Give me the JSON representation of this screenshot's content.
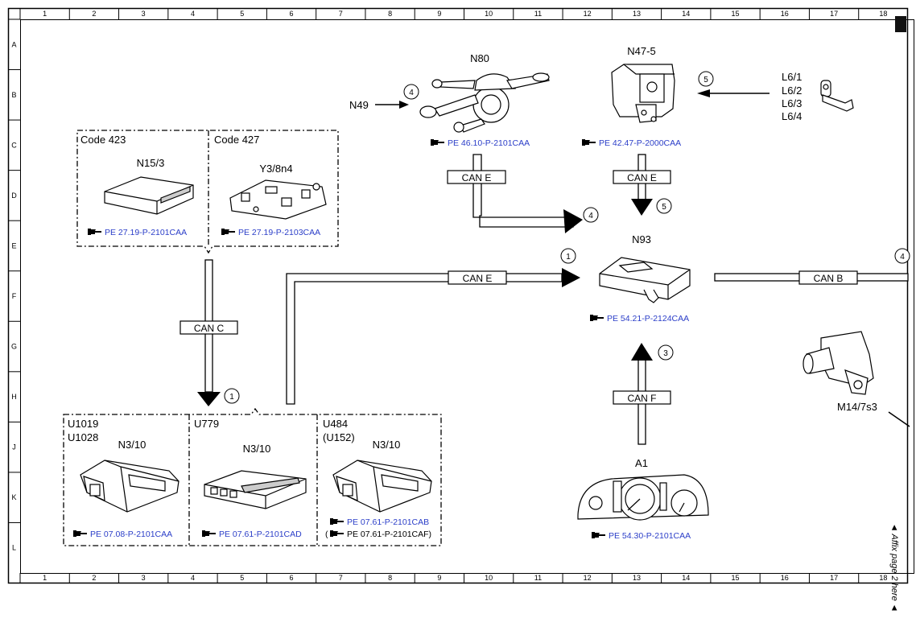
{
  "grid": {
    "cols": [
      "1",
      "2",
      "3",
      "4",
      "5",
      "6",
      "7",
      "8",
      "9",
      "10",
      "11",
      "12",
      "13",
      "14",
      "15",
      "16",
      "17",
      "18"
    ],
    "rows": [
      "A",
      "B",
      "C",
      "D",
      "E",
      "F",
      "G",
      "H",
      "J",
      "K",
      "L"
    ]
  },
  "components": {
    "n80": "N80",
    "n49": "N49",
    "n47_5": "N47-5",
    "l6_1": "L6/1",
    "l6_2": "L6/2",
    "l6_3": "L6/3",
    "l6_4": "L6/4",
    "n93": "N93",
    "m14": "M14/7s3",
    "a1": "A1",
    "n15_3": "N15/3",
    "y3": "Y3/8n4",
    "n3_10_a": "N3/10",
    "n3_10_b": "N3/10",
    "n3_10_c": "N3/10"
  },
  "codes": {
    "code423": "Code 423",
    "code427": "Code 427",
    "u1019": "U1019",
    "u1028": "U1028",
    "u779": "U779",
    "u484": "U484",
    "u152": "(U152)"
  },
  "refs": {
    "n80": "PE 46.10-P-2101CAA",
    "n47": "PE 42.47-P-2000CAA",
    "n93": "PE 54.21-P-2124CAA",
    "a1": "PE 54.30-P-2101CAA",
    "n15": "PE 27.19-P-2101CAA",
    "y3": "PE 27.19-P-2103CAA",
    "u1019": "PE 07.08-P-2101CAA",
    "u779": "PE 07.61-P-2101CAD",
    "u484a": "PE 07.61-P-2101CAB",
    "u484b": "PE 07.61-P-2101CAF)",
    "u484b_open": "("
  },
  "buses": {
    "can_e_top": "CAN E",
    "can_e_right": "CAN E",
    "can_e_mid": "CAN E",
    "can_c": "CAN C",
    "can_b": "CAN B",
    "can_f": "CAN F"
  },
  "callouts": {
    "c4_n49": "4",
    "c5_l6": "5",
    "c4_arrow": "4",
    "c5_arrow": "5",
    "c1_n93": "1",
    "c4_right": "4",
    "c3": "3",
    "c1_bottom": "1"
  },
  "margin_note": "◄ Affix page 2 here ◄",
  "colors": {
    "reference_link": "#2b3ec8",
    "line": "#000000"
  }
}
